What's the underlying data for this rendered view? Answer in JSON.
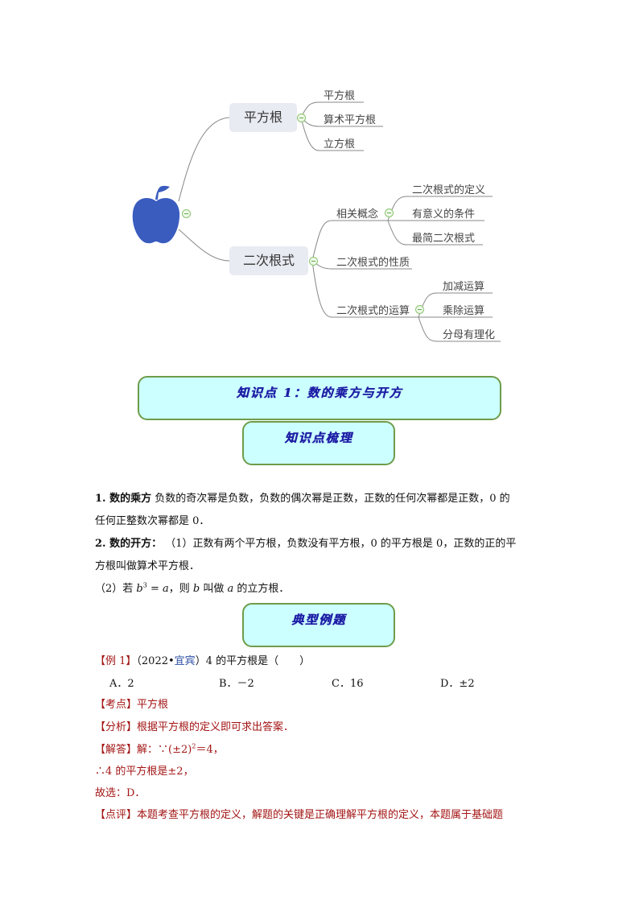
{
  "mindmap": {
    "root_icon": "apple-icon",
    "root_color": "#3a5cbf",
    "branches": [
      {
        "label": "平方根",
        "children": [
          "平方根",
          "算术平方根",
          "立方根"
        ]
      },
      {
        "label": "二次根式",
        "children": [
          {
            "label": "相关概念",
            "children": [
              "二次根式的定义",
              "有意义的条件",
              "最简二次根式"
            ]
          },
          {
            "label": "二次根式的性质",
            "children": []
          },
          {
            "label": "二次根式的运算",
            "children": [
              "加减运算",
              "乘除运算",
              "分母有理化"
            ]
          }
        ]
      }
    ]
  },
  "banners": {
    "knowledge_point": "知识点 1：数的乘方与开方",
    "knowledge_review": "知识点梳理",
    "typical_examples": "典型例题"
  },
  "content": {
    "p1_title": "1. 数的乘方",
    "p1_text_a": "负数的奇次幂是负数，负数的偶次幂是正数，正数的任何次幂都是正数，0 的",
    "p1_text_b": "任何正整数次幂都是 0．",
    "p2_title": "2. 数的开方：",
    "p2_text_a": "（1）正数有两个平方根，负数没有平方根，0 的平方根是 0，正数的正的平",
    "p2_text_b": "方根叫做算术平方根．",
    "p3_prefix": "（2）若 ",
    "p3_b": "b",
    "p3_exp": "3",
    "p3_eq": " = ",
    "p3_a": "a",
    "p3_mid": "，则 ",
    "p3_b2": "b",
    "p3_mid2": " 叫做 ",
    "p3_a2": "a",
    "p3_suffix": " 的立方根．"
  },
  "example": {
    "tag": "【例 1】",
    "source_open": "（2022•",
    "source_place": "宜宾",
    "source_close": "）",
    "question": "4 的平方根是（　　）",
    "options": [
      "A．2",
      "B．－2",
      "C．16",
      "D．±2"
    ],
    "kaodian_tag": "【考点】",
    "kaodian": "平方根",
    "fenxi_tag": "【分析】",
    "fenxi": "根据平方根的定义即可求出答案．",
    "jieda_tag": "【解答】",
    "jieda_a": "解：",
    "jieda_because": "∵(±2)",
    "jieda_exp": "2",
    "jieda_eq": "＝4，",
    "jieda_b": "∴4 的平方根是±2，",
    "jieda_c": "故选：D．",
    "dianping_tag": "【点评】",
    "dianping": "本题考查平方根的定义，解题的关键是正确理解平方根的定义，本题属于基础题"
  }
}
